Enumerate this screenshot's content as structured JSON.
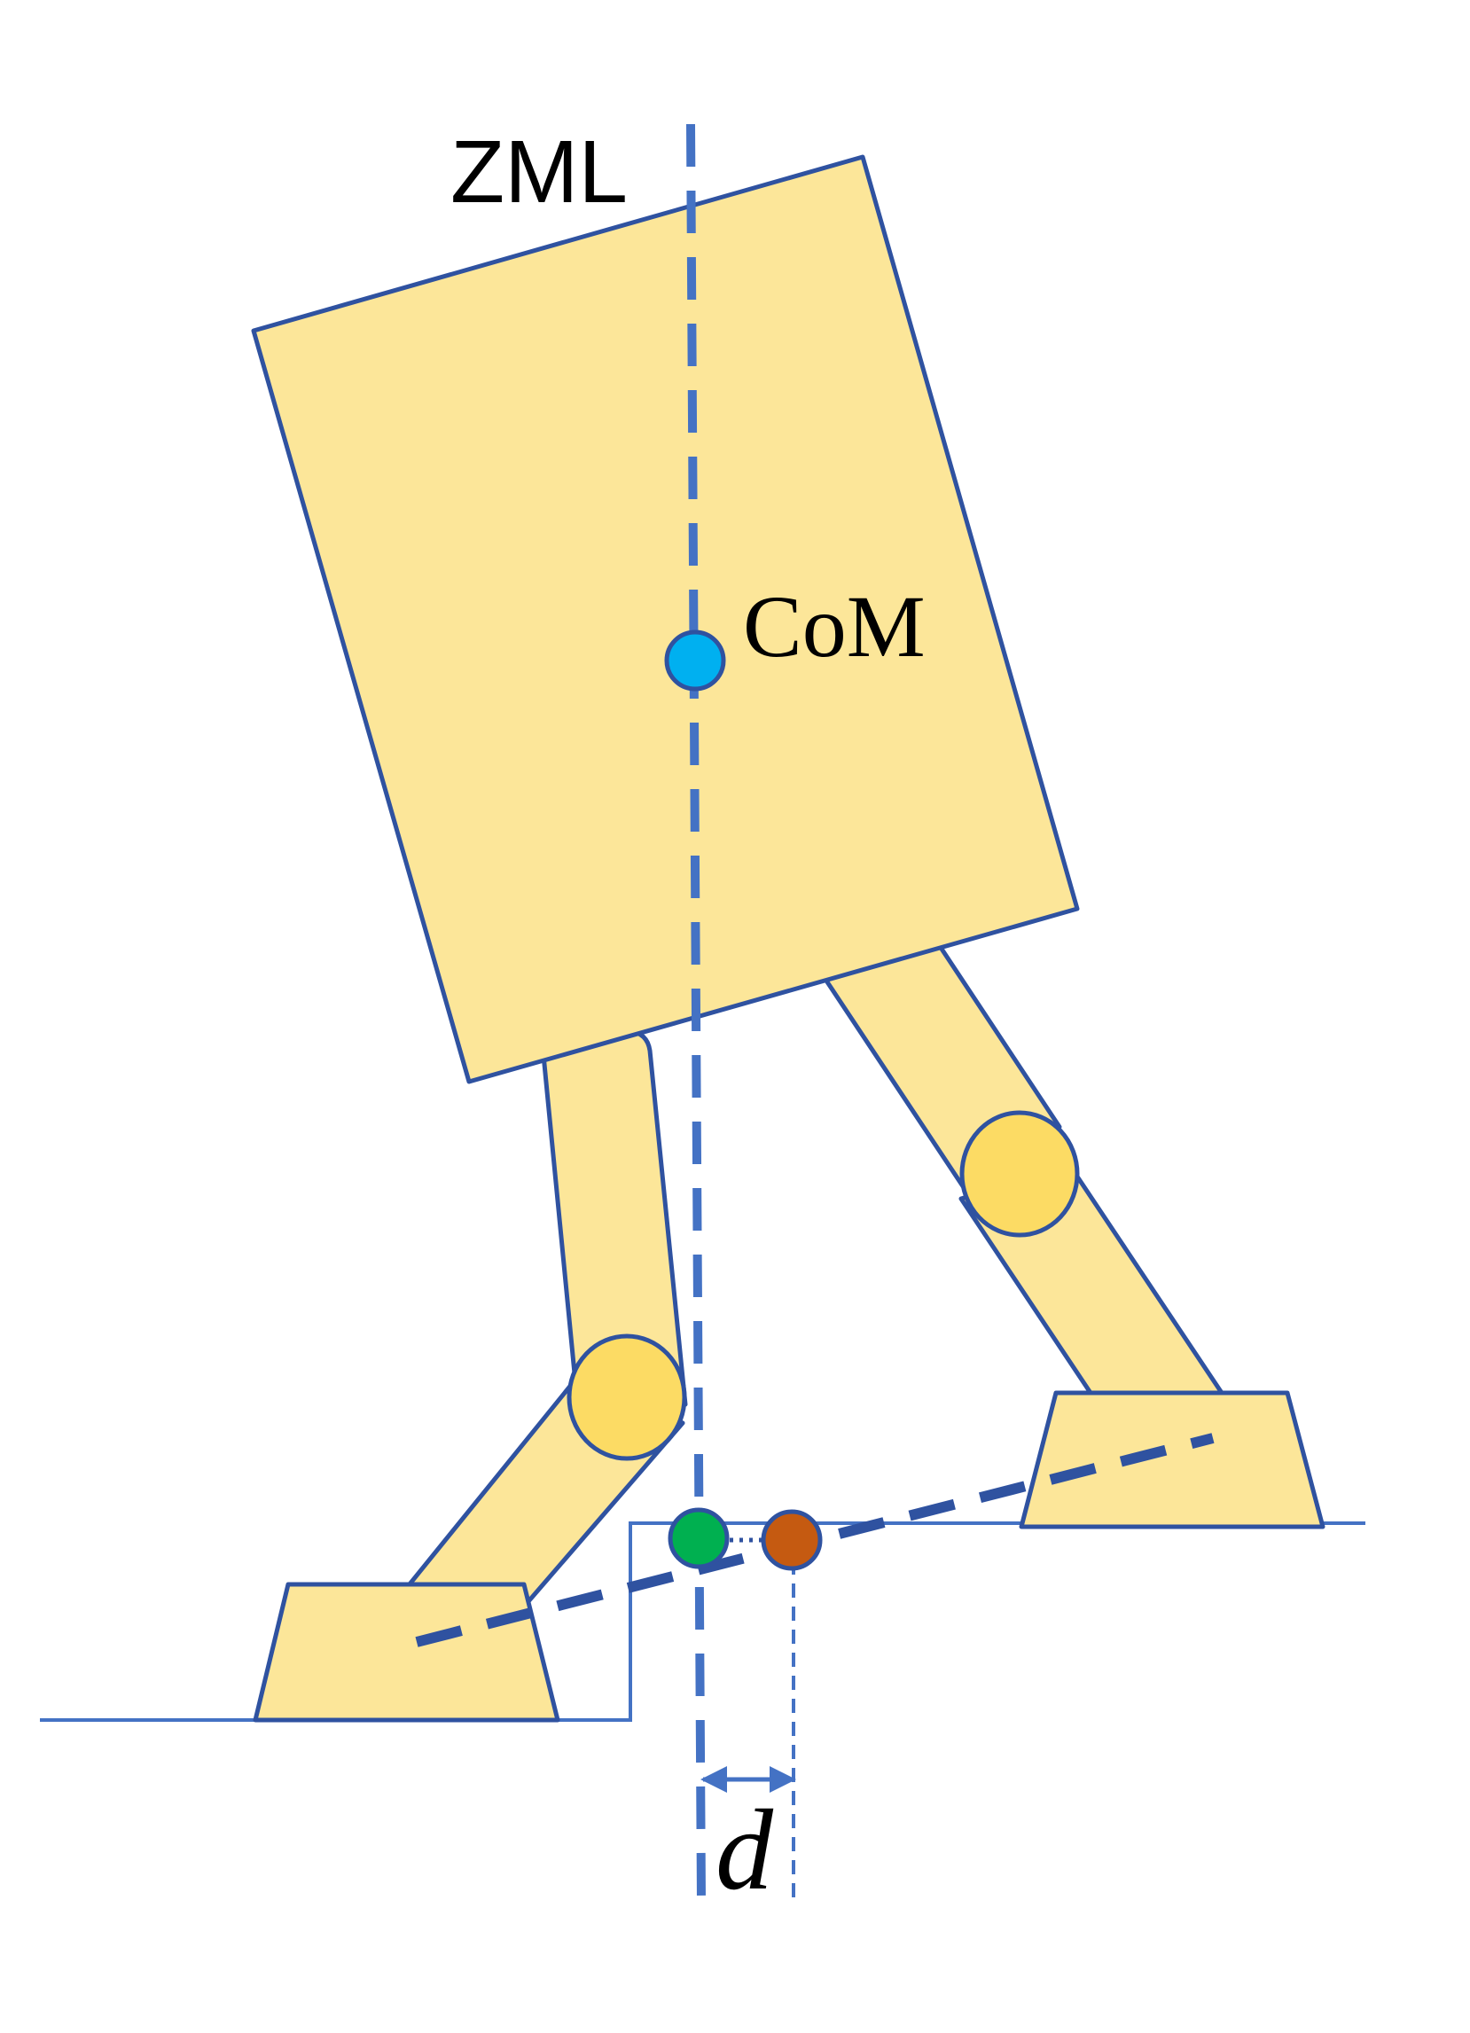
{
  "labels": {
    "zml": "ZML",
    "com": "CoM",
    "distance": "d"
  },
  "colors": {
    "body_fill": "#FCE699",
    "joint_fill": "#FCDB64",
    "outline": "#2F52A0",
    "line_blue": "#4472C4",
    "com_point": "#00B0F0",
    "green_point": "#00B050",
    "orange_point": "#C55A11",
    "text": "#000000"
  }
}
